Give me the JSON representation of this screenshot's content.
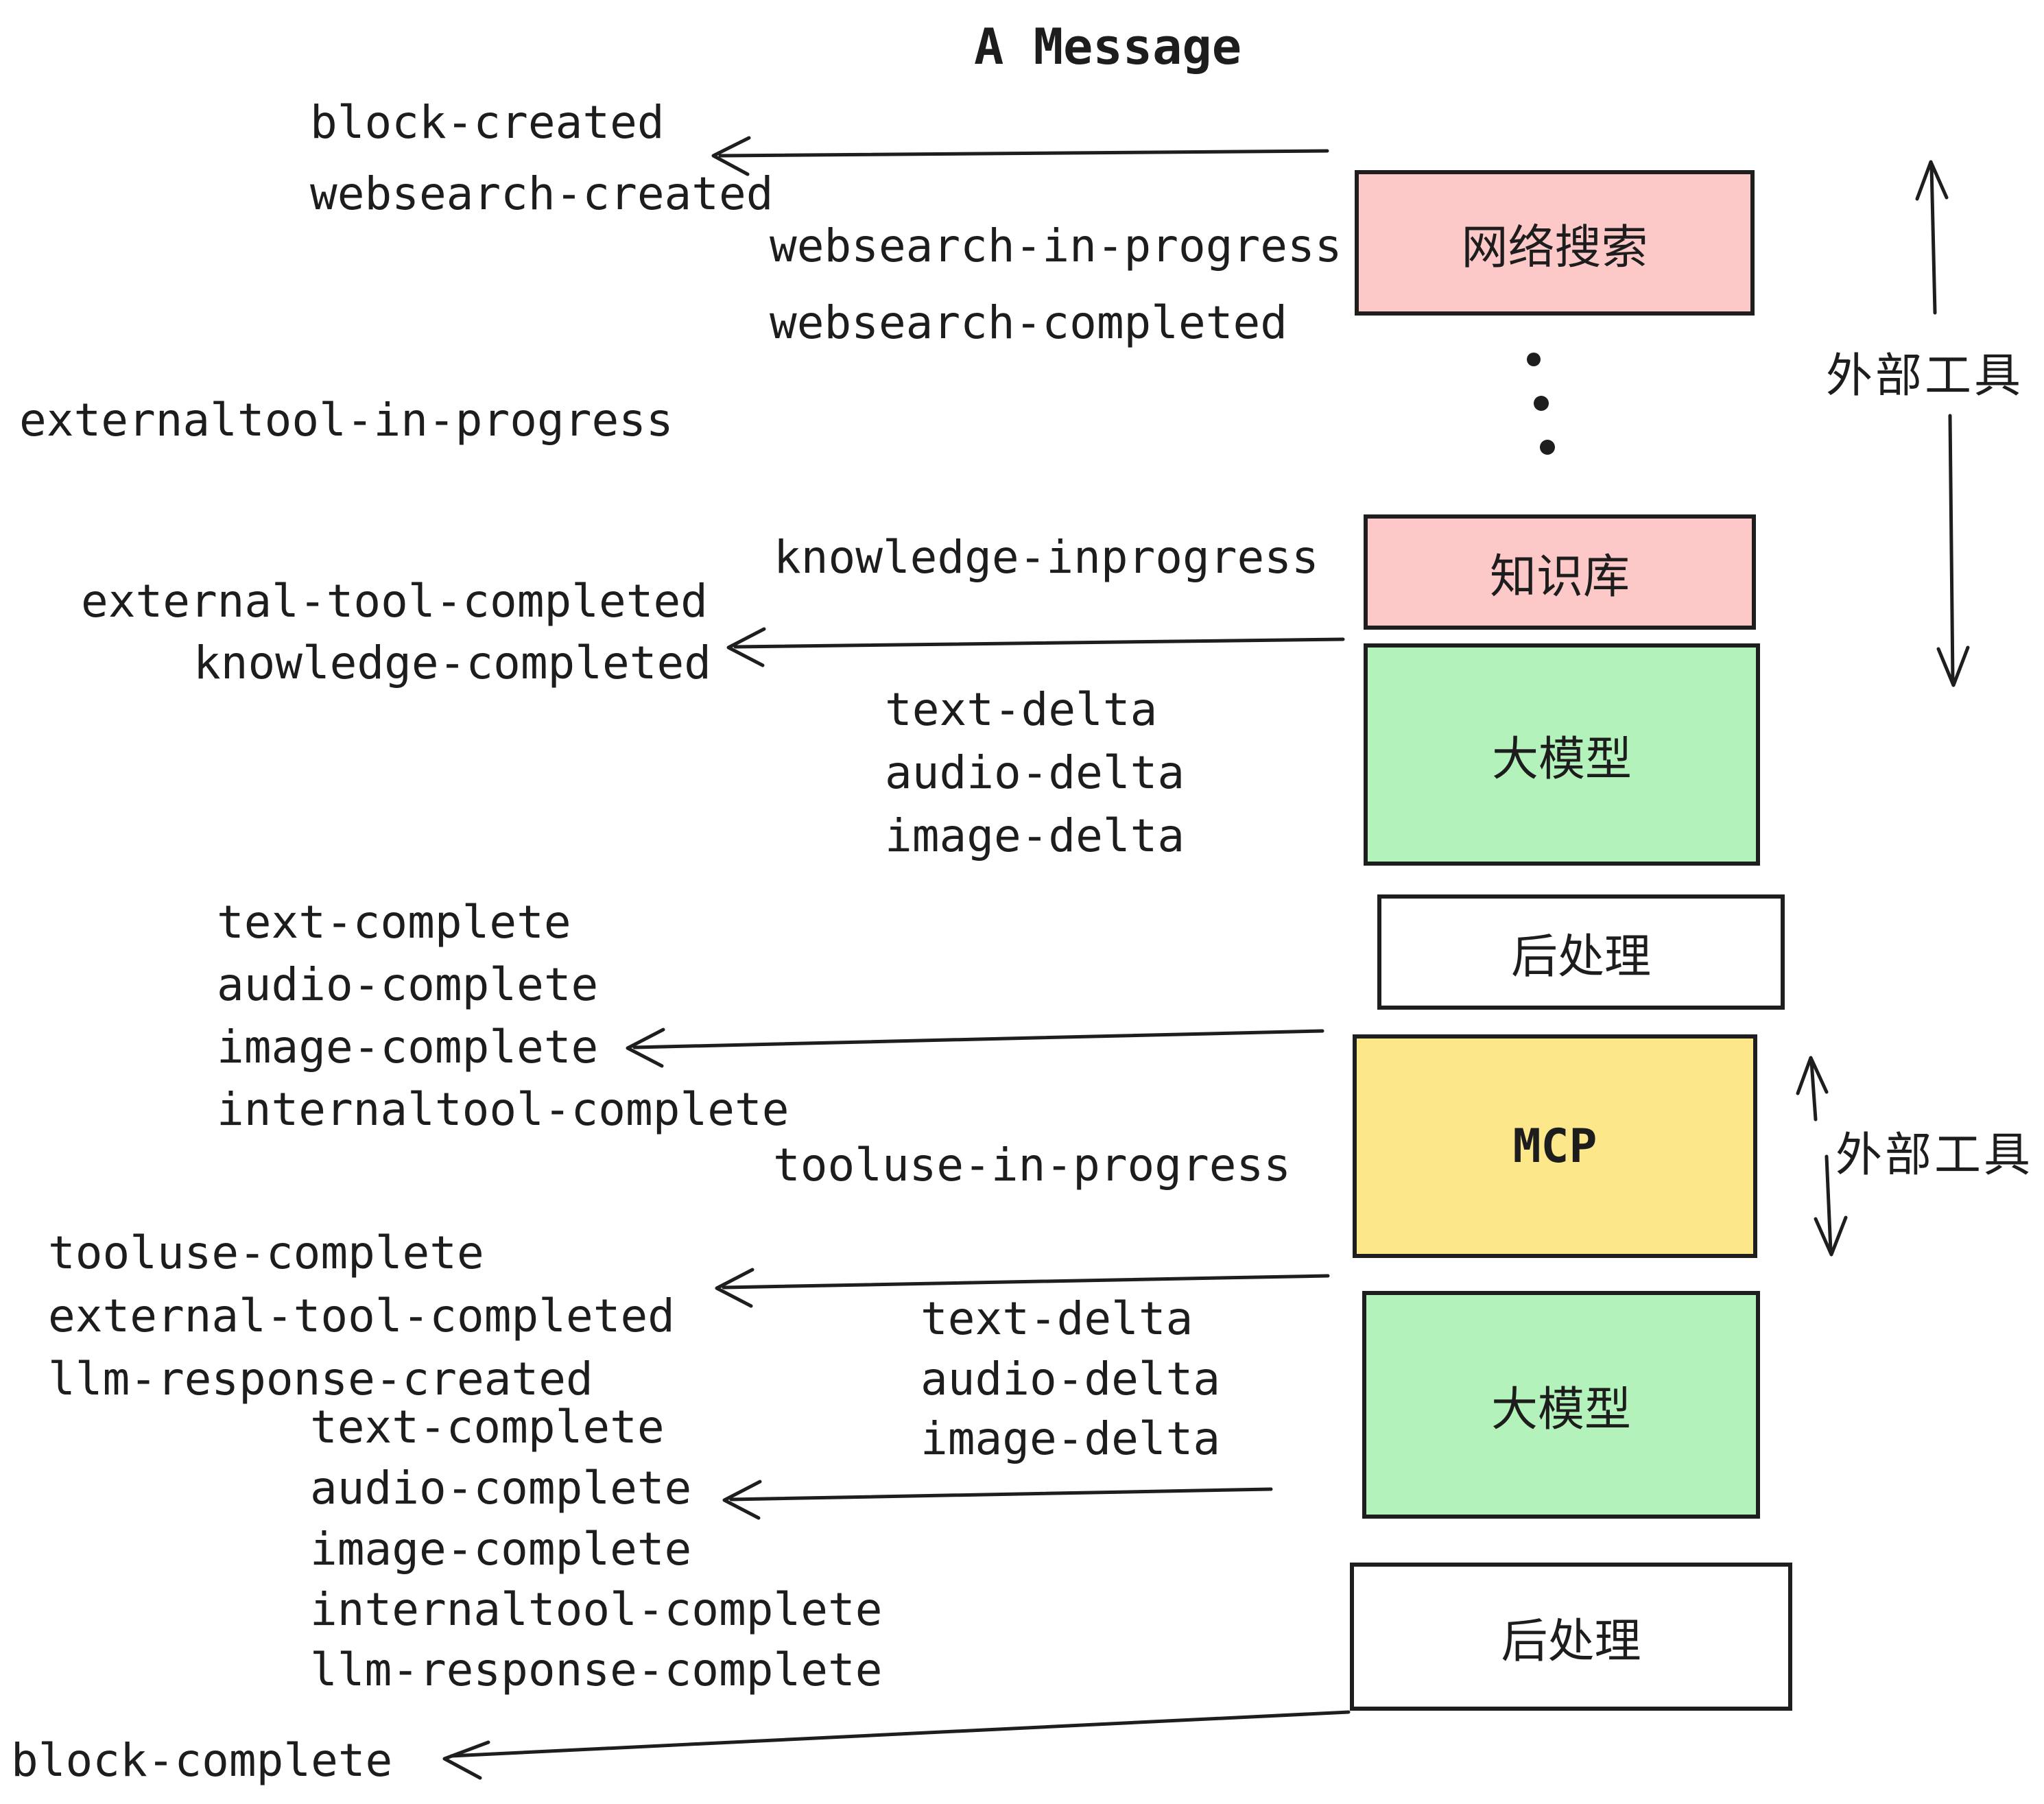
{
  "title": "A Message",
  "colors": {
    "box_pink": "#fcc9c8",
    "box_green": "#b3f2ba",
    "box_yellow": "#fce78b",
    "box_white": "#ffffff",
    "ink": "#1e1e1e"
  },
  "boxes": [
    {
      "id": "websearch",
      "label": "网络搜索",
      "color": "#fcc9c8"
    },
    {
      "id": "knowledge",
      "label": "知识库",
      "color": "#fcc9c8"
    },
    {
      "id": "llm-1",
      "label": "大模型",
      "color": "#b3f2ba"
    },
    {
      "id": "post-1",
      "label": "后处理",
      "color": "#ffffff"
    },
    {
      "id": "mcp",
      "label": "MCP",
      "color": "#fce78b"
    },
    {
      "id": "llm-2",
      "label": "大模型",
      "color": "#b3f2ba"
    },
    {
      "id": "post-2",
      "label": "后处理",
      "color": "#ffffff"
    }
  ],
  "events": {
    "block_created": "block-created",
    "websearch_created": "websearch-created",
    "websearch_in_progress": "websearch-in-progress",
    "websearch_completed": "websearch-completed",
    "externaltool_in_progress": "externaltool-in-progress",
    "knowledge_inprogress": "knowledge-inprogress",
    "external_tool_completed_1": "external-tool-completed",
    "knowledge_completed": "knowledge-completed",
    "text_delta_1": "text-delta",
    "audio_delta_1": "audio-delta",
    "image_delta_1": "image-delta",
    "text_complete_1": "text-complete",
    "audio_complete_1": "audio-complete",
    "image_complete_1": "image-complete",
    "internaltool_complete_1": "internaltool-complete",
    "tooluse_in_progress": "tooluse-in-progress",
    "tooluse_complete": "tooluse-complete",
    "external_tool_completed_2": "external-tool-completed",
    "llm_response_created": "llm-response-created",
    "text_complete_2": "text-complete",
    "audio_complete_2": "audio-complete",
    "image_complete_2": "image-complete",
    "internaltool_complete_2": "internaltool-complete",
    "llm_response_complete": "llm-response-complete",
    "text_delta_2": "text-delta",
    "audio_delta_2": "audio-delta",
    "image_delta_2": "image-delta",
    "block_complete": "block-complete"
  },
  "annotations": {
    "external_tools_top": "外部工具",
    "external_tools_mcp": "外部工具"
  }
}
